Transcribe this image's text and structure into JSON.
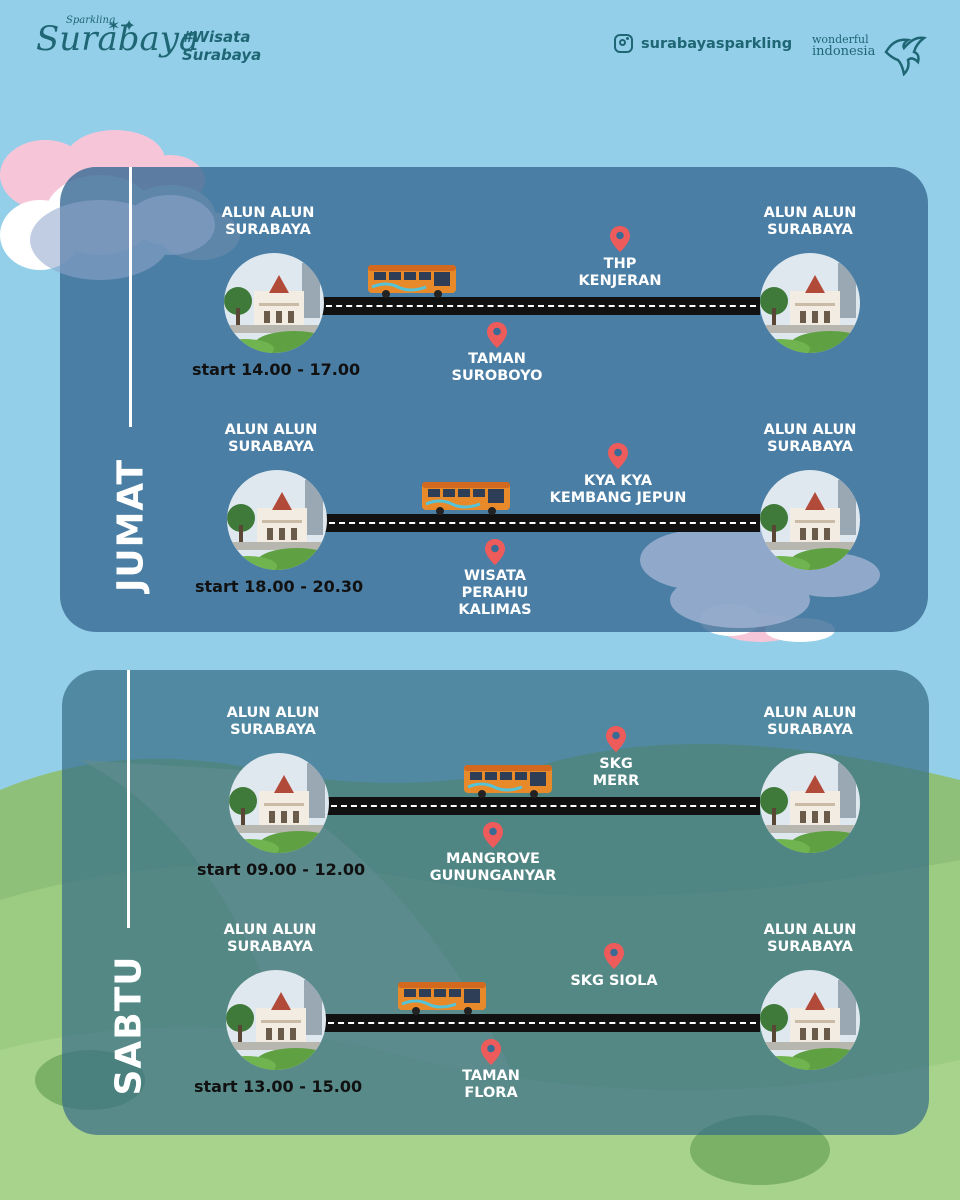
{
  "header": {
    "brand_small": "Sparkling",
    "brand_script": "Surabaya",
    "hashtag_line1": "#Wisata",
    "hashtag_line2": "Surabaya",
    "instagram_icon": "instagram-icon",
    "instagram_handle": "surabayasparkling",
    "wonderful_line1": "wonderful",
    "wonderful_line2": "indonesia"
  },
  "colors": {
    "sky": "#93cfe9",
    "panel_jumat": "#3a6b95",
    "panel_sabtu": "#376e87",
    "pin": "#ee5b5b",
    "text_dark": "#1f6675"
  },
  "days": [
    {
      "label": "JUMAT",
      "routes": [
        {
          "origin": [
            "ALUN ALUN",
            "SURABAYA"
          ],
          "destination": [
            "ALUN ALUN",
            "SURABAYA"
          ],
          "stop_above": [
            "THP",
            "KENJERAN"
          ],
          "stop_below": [
            "TAMAN",
            "SUROBOYO"
          ],
          "start": "start 14.00 - 17.00"
        },
        {
          "origin": [
            "ALUN ALUN",
            "SURABAYA"
          ],
          "destination": [
            "ALUN ALUN",
            "SURABAYA"
          ],
          "stop_above": [
            "KYA KYA",
            "KEMBANG JEPUN"
          ],
          "stop_below": [
            "WISATA",
            "PERAHU KALIMAS"
          ],
          "start": "start 18.00 - 20.30"
        }
      ]
    },
    {
      "label": "SABTU",
      "routes": [
        {
          "origin": [
            "ALUN ALUN",
            "SURABAYA"
          ],
          "destination": [
            "ALUN ALUN",
            "SURABAYA"
          ],
          "stop_above": [
            "SKG",
            "MERR"
          ],
          "stop_below": [
            "MANGROVE",
            "GUNUNGANYAR"
          ],
          "start": "start 09.00 - 12.00"
        },
        {
          "origin": [
            "ALUN ALUN",
            "SURABAYA"
          ],
          "destination": [
            "ALUN ALUN",
            "SURABAYA"
          ],
          "stop_above": [
            "SKG SIOLA",
            ""
          ],
          "stop_below": [
            "TAMAN",
            "FLORA"
          ],
          "start": "start 13.00 - 15.00"
        }
      ]
    }
  ]
}
